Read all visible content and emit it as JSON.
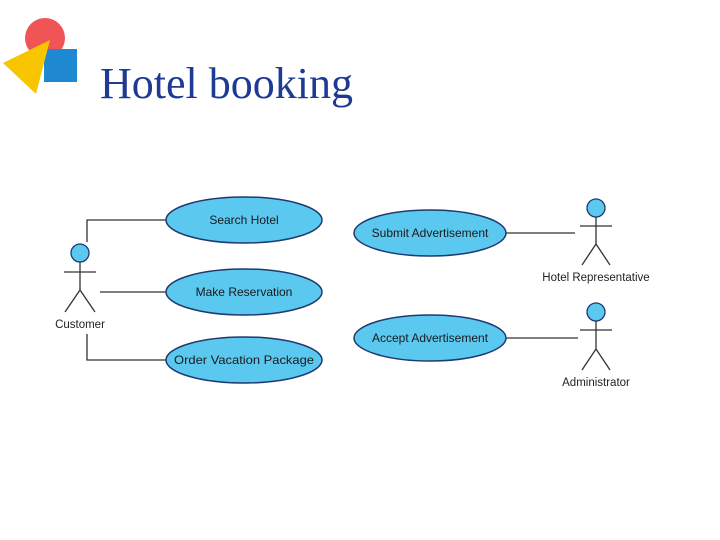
{
  "slide": {
    "title": "Hotel booking"
  },
  "colors": {
    "title": "#1f3a93",
    "logo_red": "#f05454",
    "logo_yellow": "#f7c600",
    "logo_blue": "#1e88d0",
    "use_case_fill": "#5bc8f0",
    "use_case_stroke": "#1e3a6e",
    "actor_head_fill": "#5bc8f0",
    "line": "#333333"
  },
  "diagram": {
    "actors": [
      {
        "id": "customer",
        "label": "Customer"
      },
      {
        "id": "hotel_rep",
        "label": "Hotel Representative"
      },
      {
        "id": "admin",
        "label": "Administrator"
      }
    ],
    "use_cases": [
      {
        "id": "search",
        "label": "Search Hotel",
        "actor": "Customer"
      },
      {
        "id": "reserve",
        "label": "Make Reservation",
        "actor": "Customer"
      },
      {
        "id": "vacation",
        "label": "Order Vacation Package",
        "actor": "Customer"
      },
      {
        "id": "submit_ad",
        "label": "Submit Advertisement",
        "actor": "Hotel Representative"
      },
      {
        "id": "accept_ad",
        "label": "Accept Advertisement",
        "actor": "Administrator"
      }
    ]
  }
}
